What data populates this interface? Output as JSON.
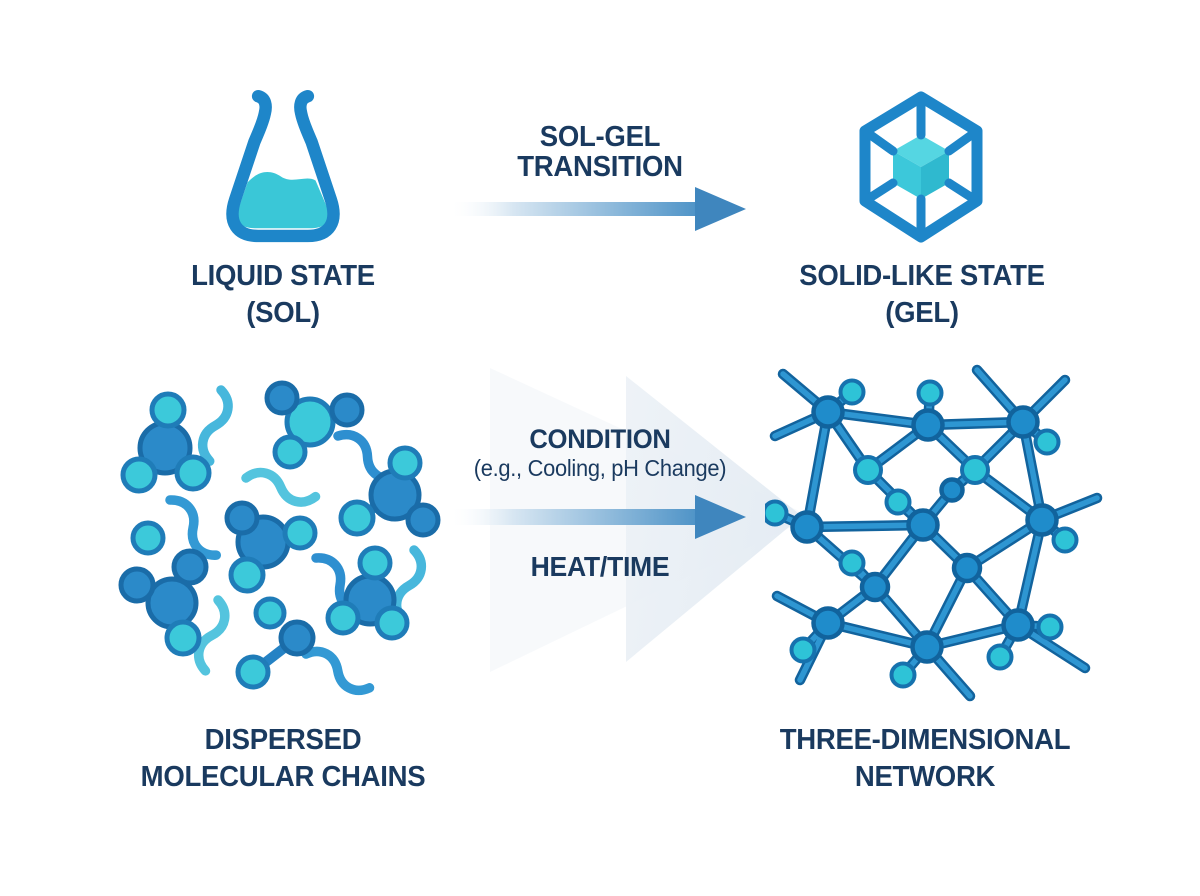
{
  "diagram": {
    "background": "#ffffff",
    "colors": {
      "text_navy": "#1a3a5f",
      "icon_blue": "#1e86c9",
      "icon_cyan": "#3ac7d7",
      "arrow_blue": "#4187bf",
      "wedge_pale": "#e8eef4"
    },
    "icons": {
      "sol": "flask-icon",
      "gel": "cube-icon",
      "dispersed": "molecule-cluster-icon",
      "network": "network-graph-icon",
      "transition": "gradient-arrow-icon"
    },
    "sol_stage": {
      "label_line1": "LIQUID STATE",
      "label_line2": "(SOL)"
    },
    "gel_stage": {
      "label_line1": "SOLID-LIKE STATE",
      "label_line2": "(GEL)"
    },
    "dispersed_stage": {
      "label_line1": "DISPERSED",
      "label_line2": "MOLECULAR CHAINS"
    },
    "network_stage": {
      "label_line1": "THREE-DIMENSIONAL",
      "label_line2": "NETWORK"
    },
    "top_transition": {
      "title_line1": "SOL-GEL",
      "title_line2": "TRANSITION"
    },
    "bottom_transition": {
      "condition_title": "CONDITION",
      "condition_detail": "(e.g., Cooling, pH Change)",
      "heat_time": "HEAT/TIME"
    }
  }
}
